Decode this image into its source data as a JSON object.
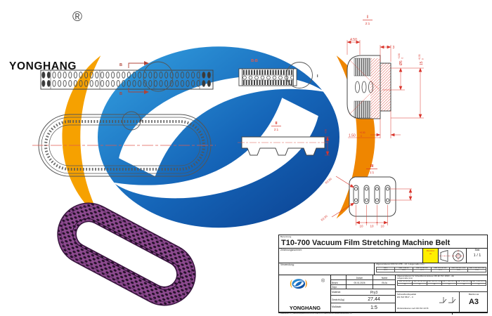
{
  "brand": {
    "name": "YONGHANG",
    "registered": "®"
  },
  "colors": {
    "dimension_red": "#d9342b",
    "section_red": "#b04438",
    "line_dark": "#444444",
    "belt_purple": "#8d4a8f",
    "revision_yellow": "#ffef00",
    "logo_blue": "#0e4f9e",
    "logo_orange": "#f6a100"
  },
  "views": {
    "strip": {
      "section_label_top": "B",
      "section_label_bottom": "B"
    },
    "section_bb": {
      "label": "B-B",
      "detail_marker": "I"
    },
    "oval": {
      "detail_marker": "II"
    },
    "detail_i": {
      "label": "I",
      "scale": "2:1",
      "dim_width": "4.50",
      "dim_step": "3",
      "dia": {
        "name": "Ø5",
        "upper": "+0.30",
        "lower": "0"
      },
      "height": {
        "name": "15",
        "upper": "+0.30",
        "lower": "0"
      },
      "base": {
        "name": "1.50",
        "upper": "+0.50",
        "lower": "0"
      }
    },
    "detail_ii": {
      "label": "II",
      "scale": "2:1",
      "dim_thickness": "4.50"
    },
    "detail_iii": {
      "label": "III",
      "scale": "1:1",
      "radius_top": "R2.50",
      "radius_bottom": "R2.50",
      "pitch": [
        "10",
        "10",
        "10"
      ]
    }
  },
  "title_block": {
    "benennung_label": "Benennung",
    "title": "T10-700 Vacuum Film Stretching Machine Belt",
    "drawing_number_label": "Zeichnungsnummer:",
    "revision_label": "Revision",
    "revision_value": "–",
    "sheet_label": "Blatt",
    "sheet_value": "1 / 1",
    "usage_label": "Verwendung:",
    "tolerance1": {
      "header": "Allgemeintoleranz DIN ISO 2768 – mK / Längenmaße (mm)",
      "ranges": [
        "bis 6",
        "über 6 bis 30",
        "über 30 bis 120",
        "über 120 bis 400",
        "über 400 bis 1 000",
        "über 1 000 bis 2 000"
      ],
      "values": [
        "±0.1",
        "±0.2",
        "±0.3",
        "±0.5",
        "±0.8",
        "±1.2"
      ]
    },
    "tolerance2": {
      "header": "Allgemeintoleranz für Schweißkonstruktionen DIN EN ISO 13920 – AE",
      "header2": "Längenmaße (mm)",
      "ranges": [
        "über 30 bis 120",
        "über 120 bis 400",
        "über 400 bis 1 000",
        "über 1 000 bis 2 000",
        "über 2 000 bis 4 000",
        "über 4 000 bis 8 000"
      ],
      "values": [
        "±1",
        "±1",
        "±2",
        "±3",
        "±4",
        "±5"
      ]
    },
    "fields": {
      "datum_label": "Datum",
      "name_label": "Name",
      "bearb_label": "Bearb.",
      "bearb_date": "05.01.2026",
      "bearb_name": "EbJa",
      "gepr_label": "Gepr.",
      "material_label": "Material:",
      "material_value": "Pry3",
      "weight_label": "Gewicht (kg)",
      "weight_value": "27,44",
      "scale_label": "Maßstab:",
      "scale_value": "1:5"
    },
    "weld_quality_line1": "Schweißnahtqualität",
    "weld_quality_line2": "EN ISO 5817 – C",
    "edges_note": "Werkstückkanten nach DIN ISO 13715",
    "format_label": "Blattformat",
    "format_value": "A3",
    "filename": "Dateiname: C:\\_VaultWorkspace\\DATA\\PASCHMEINHOVHELL\\NBR\\JL Stehen-Aufnahme\\PHS"
  }
}
